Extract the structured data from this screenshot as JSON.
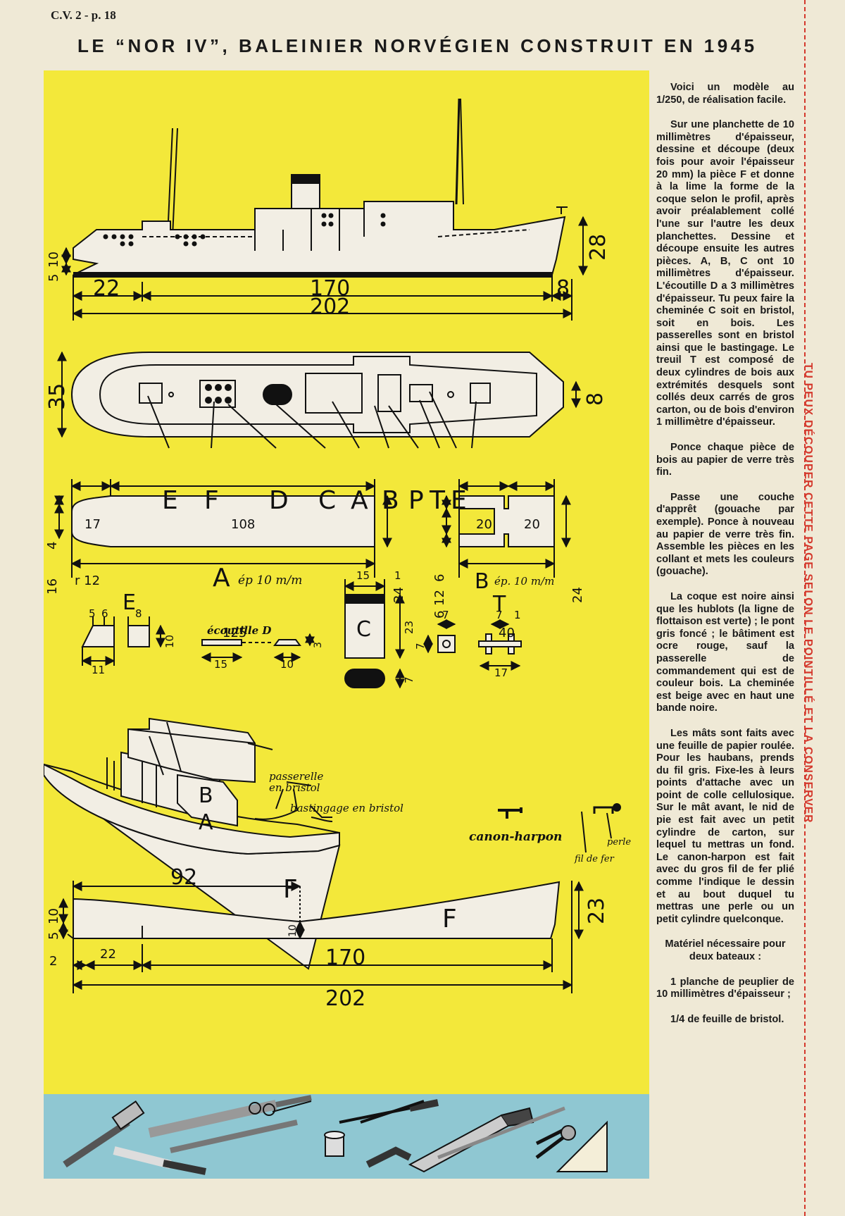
{
  "header": {
    "page_ref": "C.V. 2 - p. 18",
    "title": "LE “NOR IV”, BALEINIER NORVÉGIEN CONSTRUIT EN 1945"
  },
  "side_profile": {
    "dims": {
      "h10": "10",
      "h5": "5",
      "h28": "28",
      "l22": "22",
      "l170": "170",
      "l8": "8",
      "l202": "202"
    }
  },
  "top_view": {
    "dims": {
      "w35": "35",
      "w8": "8"
    },
    "part_letters": [
      "E",
      "F",
      "D",
      "C",
      "A",
      "B",
      "P",
      "T",
      "E"
    ]
  },
  "piece_a": {
    "letter": "A",
    "thickness": "ép 10 m/m",
    "dims": {
      "l17": "17",
      "l108": "108",
      "h4": "4",
      "h16": "16",
      "r12": "r 12",
      "h24": "24",
      "l125": "125"
    }
  },
  "piece_b": {
    "letter": "B",
    "thickness": "ép. 10 m/m",
    "dims": {
      "l20a": "20",
      "l20b": "20",
      "h6a": "6",
      "h12": "12",
      "h6b": "6",
      "h24": "24",
      "l40": "40"
    }
  },
  "piece_e": {
    "letter": "E",
    "dims": {
      "d5": "5",
      "d6": "6",
      "d8": "8",
      "d10": "10",
      "d11": "11"
    }
  },
  "hatch_d": {
    "label": "écoutille D",
    "dims": {
      "d3": "3",
      "d15": "15",
      "d10": "10"
    }
  },
  "piece_c": {
    "letter": "C",
    "dims": {
      "d15": "15",
      "d1": "1",
      "d23": "23",
      "d7": "7"
    }
  },
  "winch_t": {
    "letter": "T",
    "dims": {
      "d7a": "7",
      "d7b": "7",
      "d7c": "7",
      "d1": "1",
      "d17": "17"
    }
  },
  "assembly": {
    "labels": {
      "passerelle": "passerelle en bristol",
      "bastingage": "bastingage en bristol",
      "b": "B",
      "a": "A",
      "f": "F"
    }
  },
  "harpoon": {
    "label": "canon-harpon",
    "fil": "fil de fer",
    "perle": "perle"
  },
  "hull_f": {
    "letter": "F",
    "dims": {
      "l92": "92",
      "h10a": "10",
      "h5": "5",
      "h10mid": "10",
      "h23": "23",
      "l2": "2",
      "l22": "22",
      "l170": "170",
      "l202": "202"
    }
  },
  "text_col": {
    "p1": "Voici un modèle au 1/250, de réalisation facile.",
    "p2": "Sur une planchette de 10 millimètres d'épaisseur, dessine et découpe (deux fois pour avoir l'épaisseur 20 mm) la pièce F et donne à la lime la forme de la coque selon le profil, après avoir préalablement collé l'une sur l'autre les deux planchettes. Dessine et découpe ensuite les autres pièces. A, B, C ont 10 millimètres d'épaisseur. L'écoutille D a 3 millimètres d'épaisseur. Tu peux faire la cheminée C soit en bristol, soit en bois. Les passerelles sont en bristol ainsi que le bastingage. Le treuil T est composé de deux cylindres de bois aux extrémités desquels sont collés deux carrés de gros carton, ou de bois d'environ 1 millimètre d'épaisseur.",
    "p3": "Ponce chaque pièce de bois au papier de verre très fin.",
    "p4": "Passe une couche d'apprêt (gouache par exemple). Ponce à nouveau au papier de verre très fin. Assemble les pièces en les collant et mets les couleurs (gouache).",
    "p5": "La coque est noire ainsi que les hublots (la ligne de flottaison est verte) ; le pont gris foncé ; le bâtiment est ocre rouge, sauf la passerelle de commandement qui est de couleur bois. La cheminée est beige avec en haut une bande noire.",
    "p6": "Les mâts sont faits avec une feuille de papier roulée. Pour les haubans, prends du fil gris. Fixe-les à leurs points d'attache avec un point de colle cellulosique. Sur le mât avant, le nid de pie est fait avec un petit cylindre de carton, sur lequel tu mettras un fond. Le canon-harpon est fait avec du gros fil de fer plié comme l'indique le dessin et au bout duquel tu mettras une perle ou un petit cylindre quelconque.",
    "materials_heading": "Matériel nécessaire pour deux bateaux :",
    "m1": "1 planche de peuplier de 10 millimètres d'épaisseur ;",
    "m2": "1/4 de feuille de bristol."
  },
  "cut_notice": "TU PEUX DÉCOUPER CETTE PAGE SELON LE POINTILLÉ ET LA CONSERVER",
  "colors": {
    "panel_yellow": "#f3e83a",
    "tools_blue": "#8fc7d2",
    "paper": "#efe9d6",
    "cut_red": "#d4382c"
  }
}
